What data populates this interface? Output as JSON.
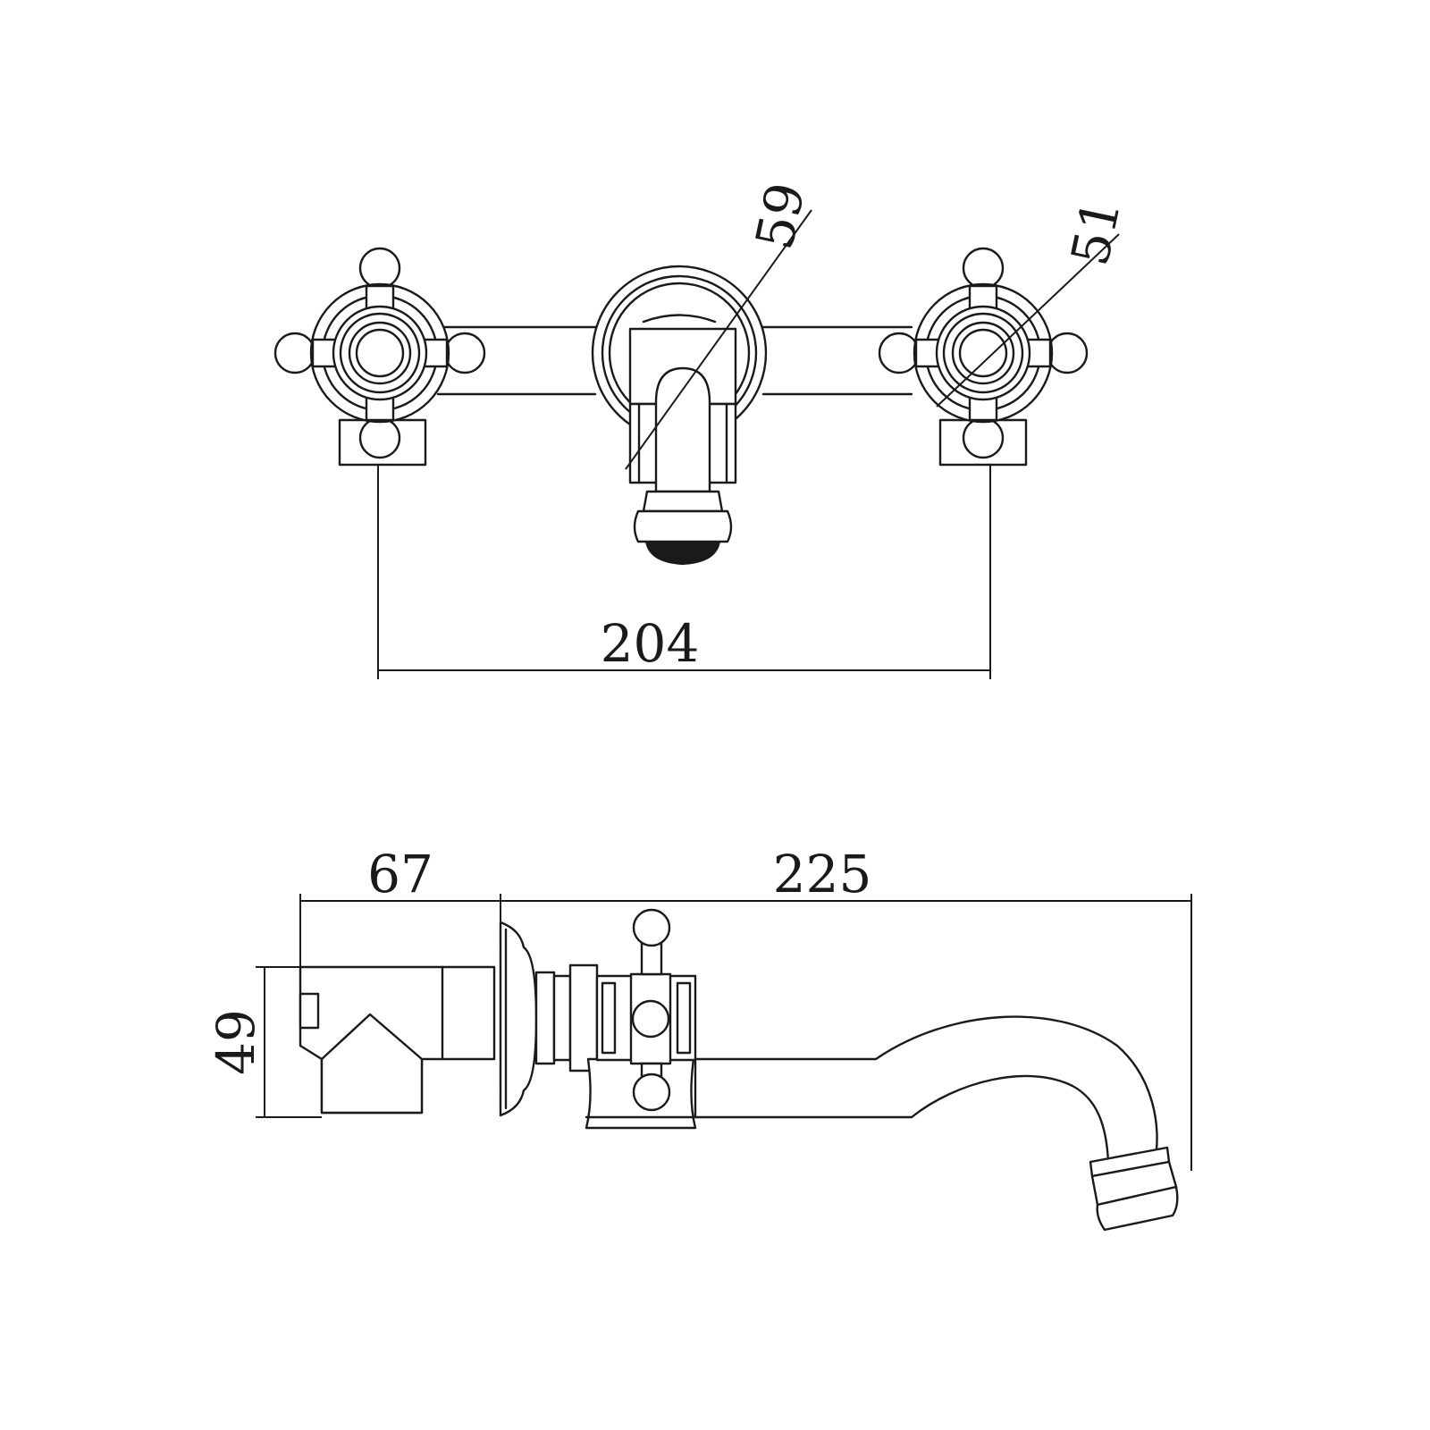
{
  "dimensions": {
    "spout_rose_diameter": "59",
    "handle_body_diameter": "51",
    "handle_centers": "204",
    "wall_depth": "67",
    "spout_projection": "225",
    "body_height": "49"
  }
}
